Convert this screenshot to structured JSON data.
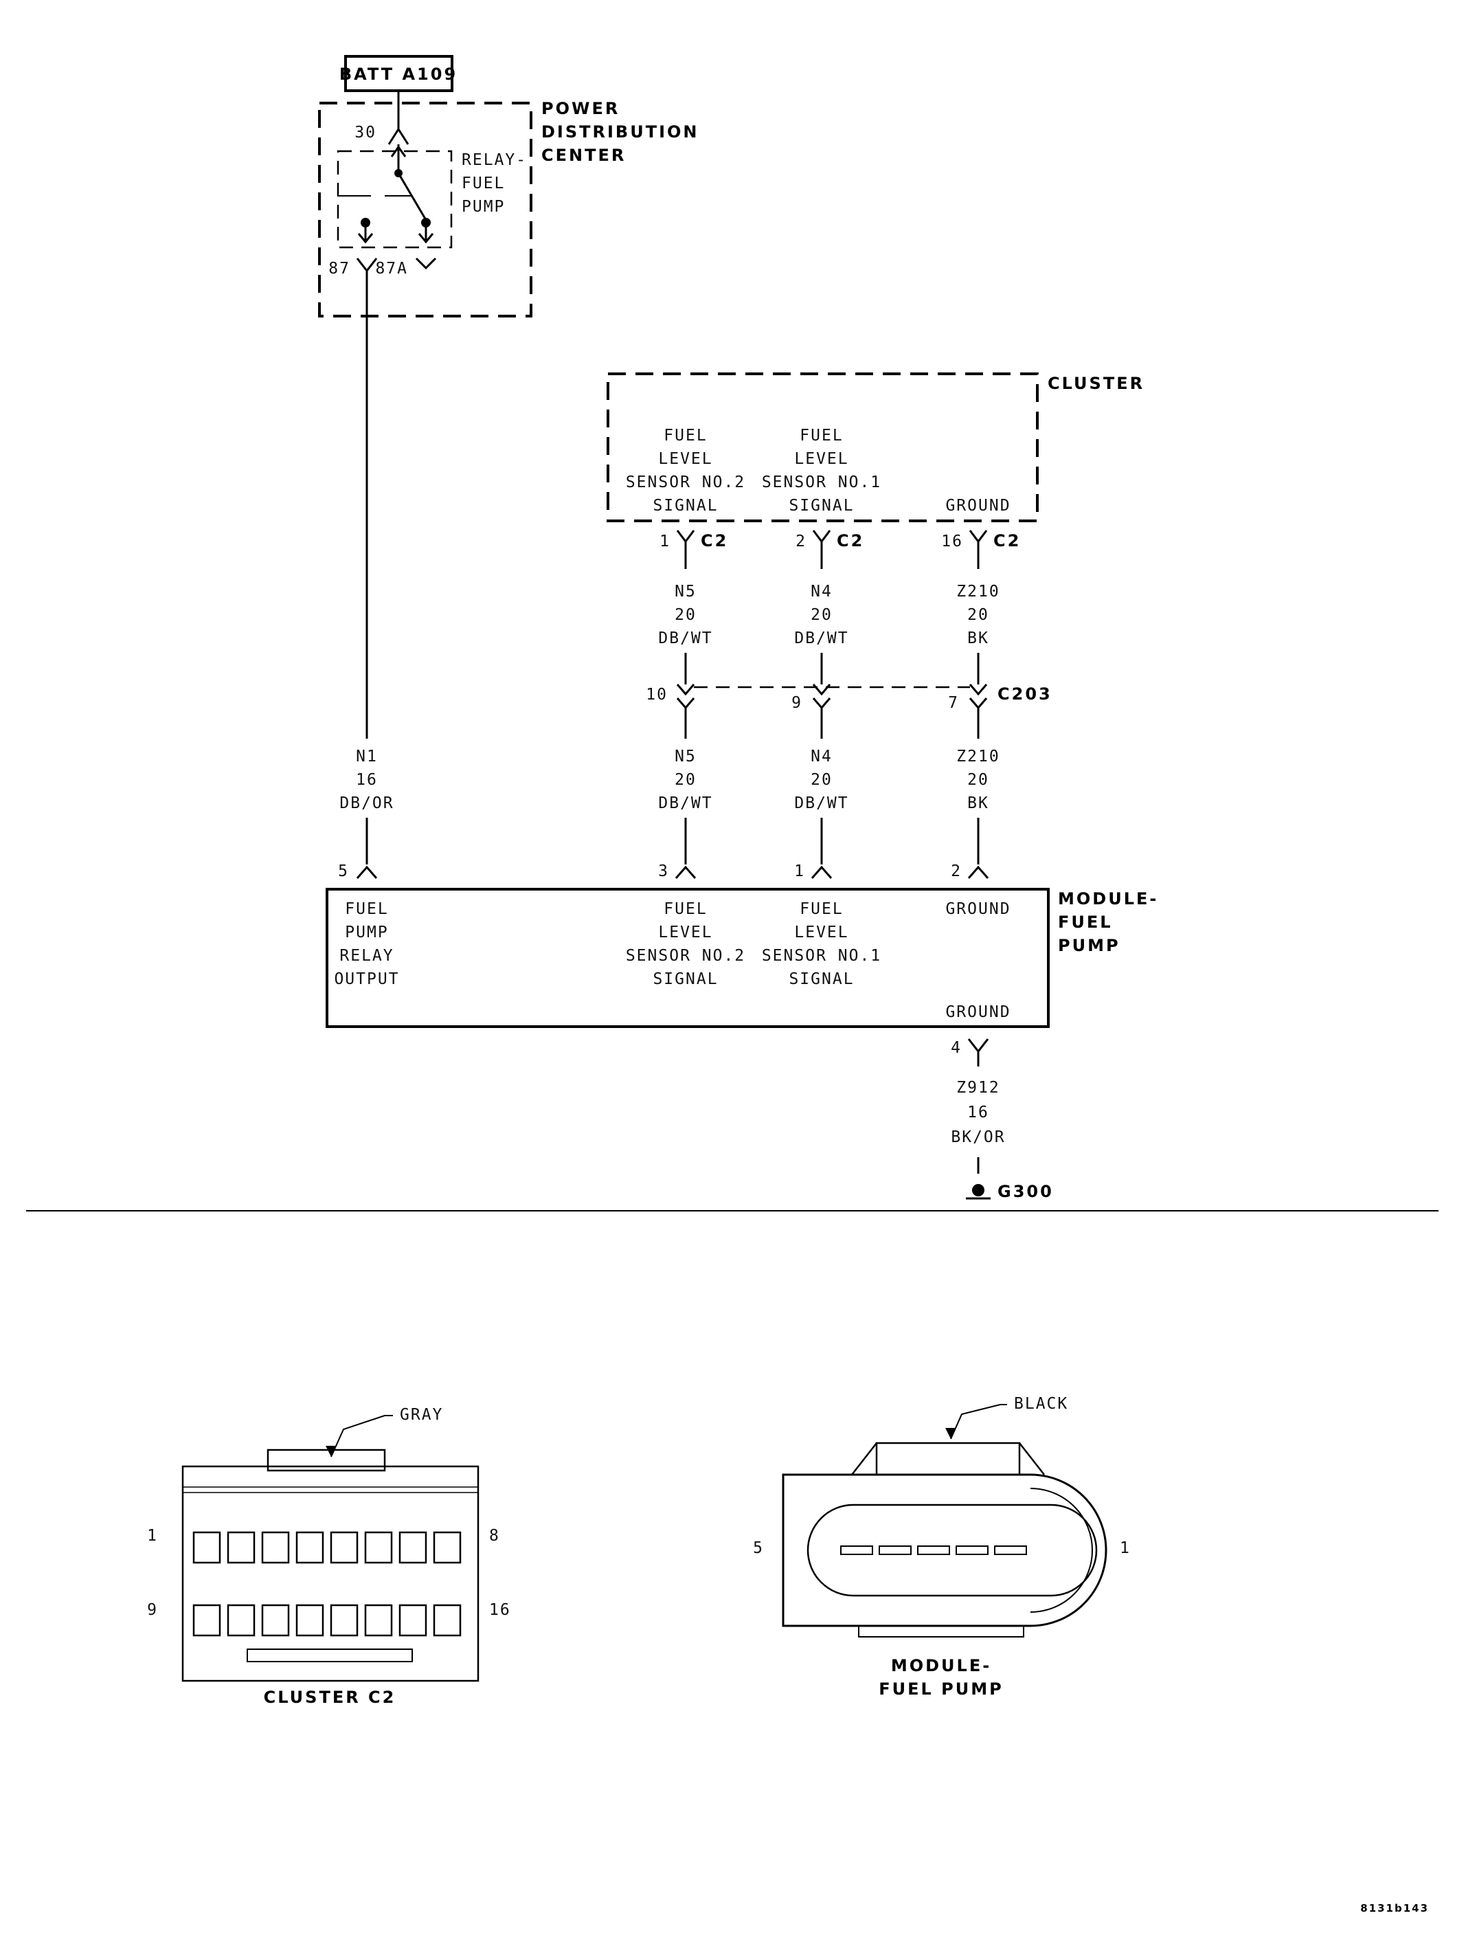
{
  "battery": {
    "label": "BATT A109"
  },
  "pdc": {
    "name_lines": [
      "POWER",
      "DISTRIBUTION",
      "CENTER"
    ],
    "relay_lines": [
      "RELAY-",
      "FUEL",
      "PUMP"
    ],
    "pin_30": "30",
    "pin_87": "87",
    "pin_87a": "87A"
  },
  "cluster": {
    "name": "CLUSTER",
    "fuel_sensor_2_lines": [
      "FUEL",
      "LEVEL",
      "SENSOR NO.2",
      "SIGNAL"
    ],
    "fuel_sensor_1_lines": [
      "FUEL",
      "LEVEL",
      "SENSOR NO.1",
      "SIGNAL"
    ],
    "ground_label": "GROUND",
    "connector": "C2",
    "pin_sensor2": "1",
    "pin_sensor1": "2",
    "pin_ground": "16"
  },
  "wires_upper": {
    "sensor2": [
      "N5",
      "20",
      "DB/WT"
    ],
    "sensor1": [
      "N4",
      "20",
      "DB/WT"
    ],
    "ground": [
      "Z210",
      "20",
      "BK"
    ]
  },
  "c203": {
    "name": "C203",
    "pin_sensor2": "10",
    "pin_sensor1": "9",
    "pin_ground": "7"
  },
  "wires_lower": {
    "relay": [
      "N1",
      "16",
      "DB/OR"
    ],
    "sensor2": [
      "N5",
      "20",
      "DB/WT"
    ],
    "sensor1": [
      "N4",
      "20",
      "DB/WT"
    ],
    "ground": [
      "Z210",
      "20",
      "BK"
    ]
  },
  "module": {
    "name_lines": [
      "MODULE-",
      "FUEL",
      "PUMP"
    ],
    "relay_output_lines": [
      "FUEL",
      "PUMP",
      "RELAY",
      "OUTPUT"
    ],
    "sensor2_lines": [
      "FUEL",
      "LEVEL",
      "SENSOR NO.2",
      "SIGNAL"
    ],
    "sensor1_lines": [
      "FUEL",
      "LEVEL",
      "SENSOR NO.1",
      "SIGNAL"
    ],
    "ground_top": "GROUND",
    "ground_bottom": "GROUND",
    "pin_relay": "5",
    "pin_sensor2": "3",
    "pin_sensor1": "1",
    "pin_ground_top": "2",
    "pin_ground_bottom": "4"
  },
  "ground_wire": [
    "Z912",
    "16",
    "BK/OR"
  ],
  "ground_point": "G300",
  "connector_views": {
    "cluster_c2": {
      "color": "GRAY",
      "pin_top_left": "1",
      "pin_top_right": "8",
      "pin_bottom_left": "9",
      "pin_bottom_right": "16",
      "title": "CLUSTER C2"
    },
    "module_fuel_pump": {
      "color": "BLACK",
      "pin_left": "5",
      "pin_right": "1",
      "title_lines": [
        "MODULE-",
        "FUEL PUMP"
      ]
    }
  },
  "figure_id": "8131b143"
}
